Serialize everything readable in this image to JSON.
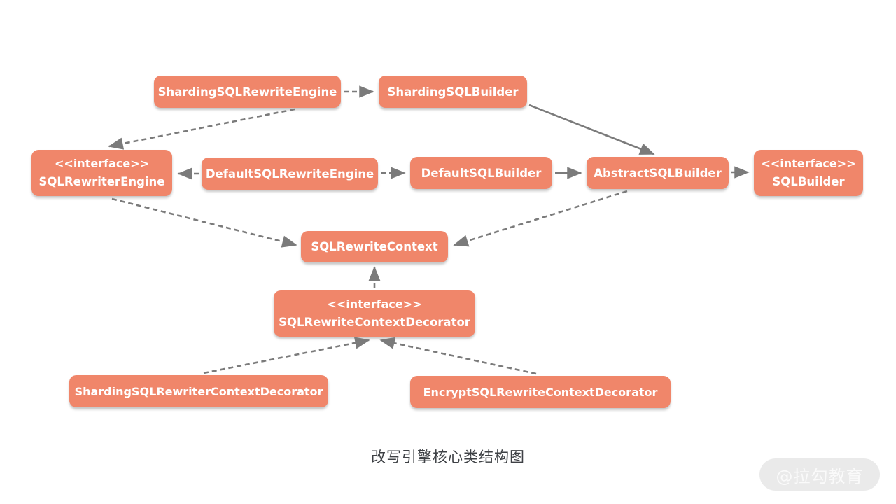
{
  "diagram": {
    "caption": "改写引擎核心类结构图",
    "watermark": "@拉勾教育",
    "colors": {
      "node_fill": "#f0866a",
      "node_text": "#ffffff",
      "edge": "#7b7b7b",
      "caption_text": "#3e4145",
      "watermark_bg": "#e7e7e7",
      "watermark_text": "#fafafa"
    },
    "nodes": [
      {
        "id": "sharding-sql-rewrite-engine",
        "name": "ShardingSQLRewriteEngine"
      },
      {
        "id": "sharding-sql-builder",
        "name": "ShardingSQLBuilder"
      },
      {
        "id": "sql-rewriter-engine",
        "stereotype": "<<interface>>",
        "name": "SQLRewriterEngine"
      },
      {
        "id": "default-sql-rewrite-engine",
        "name": "DefaultSQLRewriteEngine"
      },
      {
        "id": "default-sql-builder",
        "name": "DefaultSQLBuilder"
      },
      {
        "id": "abstract-sql-builder",
        "name": "AbstractSQLBuilder"
      },
      {
        "id": "sql-builder",
        "stereotype": "<<interface>>",
        "name": "SQLBuilder"
      },
      {
        "id": "sql-rewrite-context",
        "name": "SQLRewriteContext"
      },
      {
        "id": "sql-rewrite-context-decorator",
        "stereotype": "<<interface>>",
        "name": "SQLRewriteContextDecorator"
      },
      {
        "id": "sharding-sql-rewriter-context-decorator",
        "name": "ShardingSQLRewriterContextDecorator"
      },
      {
        "id": "encrypt-sql-rewrite-context-decorator",
        "name": "EncryptSQLRewriteContextDecorator"
      }
    ],
    "edges": [
      {
        "from": "ShardingSQLRewriteEngine",
        "to": "ShardingSQLBuilder",
        "style": "dashed"
      },
      {
        "from": "ShardingSQLRewriteEngine",
        "to": "SQLRewriterEngine",
        "style": "dashed"
      },
      {
        "from": "DefaultSQLRewriteEngine",
        "to": "SQLRewriterEngine",
        "style": "dashed"
      },
      {
        "from": "DefaultSQLRewriteEngine",
        "to": "DefaultSQLBuilder",
        "style": "dashed"
      },
      {
        "from": "DefaultSQLBuilder",
        "to": "AbstractSQLBuilder",
        "style": "solid"
      },
      {
        "from": "ShardingSQLBuilder",
        "to": "AbstractSQLBuilder",
        "style": "solid"
      },
      {
        "from": "AbstractSQLBuilder",
        "to": "SQLBuilder",
        "style": "dashed"
      },
      {
        "from": "SQLRewriterEngine",
        "to": "SQLRewriteContext",
        "style": "dashed"
      },
      {
        "from": "AbstractSQLBuilder",
        "to": "SQLRewriteContext",
        "style": "dashed"
      },
      {
        "from": "SQLRewriteContextDecorator",
        "to": "SQLRewriteContext",
        "style": "dashed"
      },
      {
        "from": "ShardingSQLRewriterContextDecorator",
        "to": "SQLRewriteContextDecorator",
        "style": "dashed"
      },
      {
        "from": "EncryptSQLRewriteContextDecorator",
        "to": "SQLRewriteContextDecorator",
        "style": "dashed"
      }
    ]
  }
}
